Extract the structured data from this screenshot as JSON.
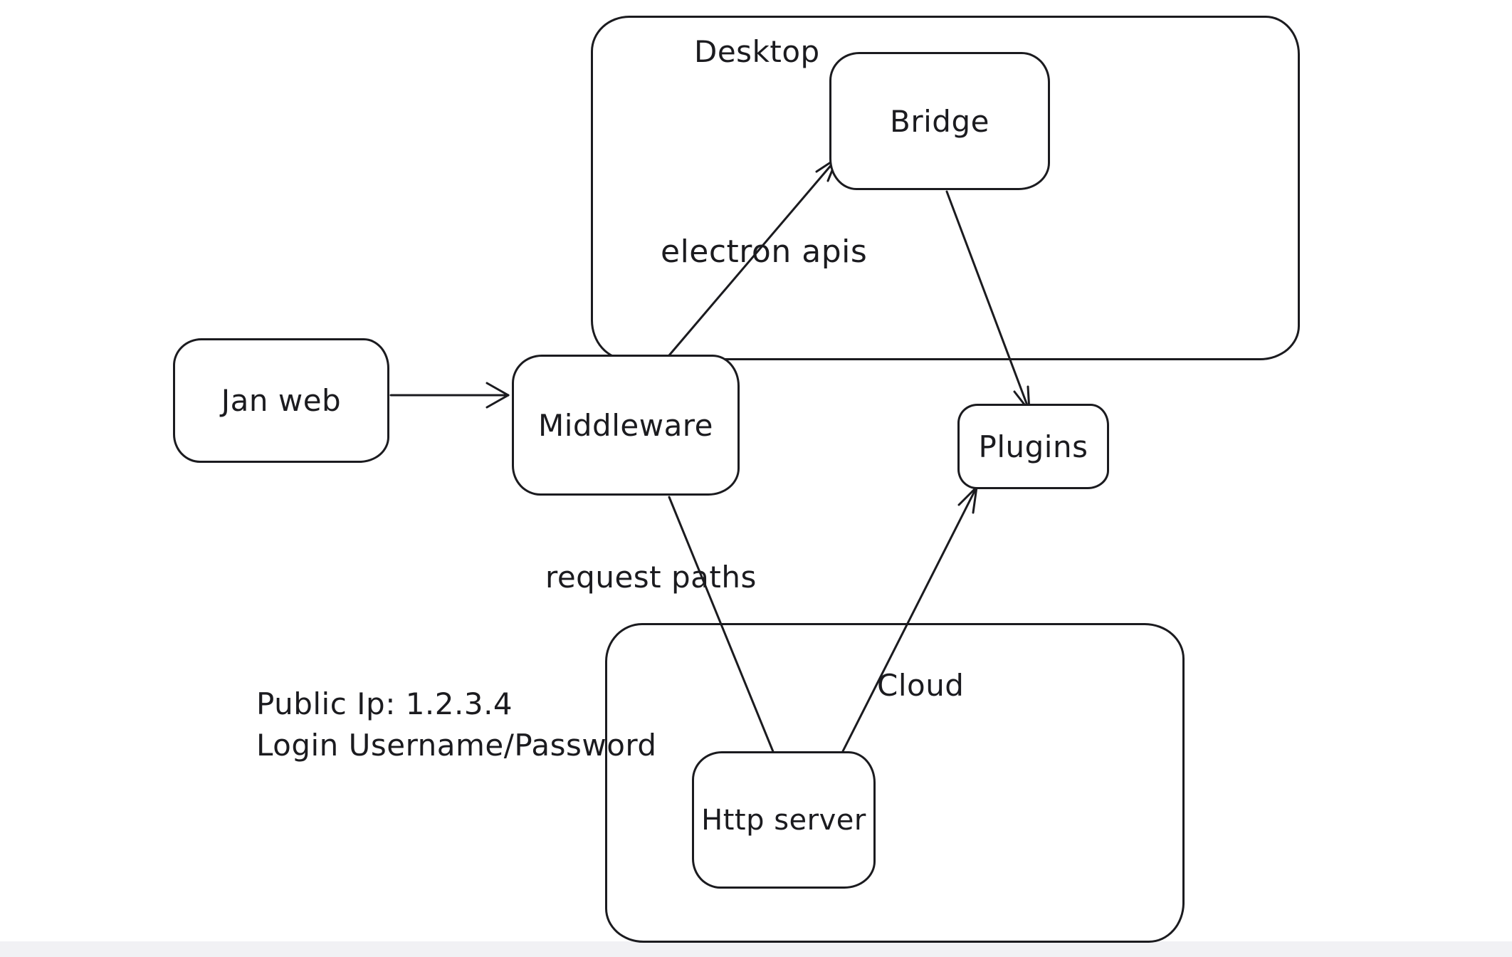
{
  "diagram": {
    "background": "#ffffff",
    "stroke_color": "#1b1b1f",
    "bottom_bar_color": "#f1f1f4",
    "containers": [
      {
        "id": "desktop",
        "label": "Desktop"
      },
      {
        "id": "cloud",
        "label": "Cloud"
      }
    ],
    "nodes": [
      {
        "id": "jan-web",
        "label": "Jan web"
      },
      {
        "id": "middleware",
        "label": "Middleware"
      },
      {
        "id": "bridge",
        "label": "Bridge"
      },
      {
        "id": "plugins",
        "label": "Plugins"
      },
      {
        "id": "http-server",
        "label": "Http server"
      }
    ],
    "edges": [
      {
        "from": "jan-web",
        "to": "middleware",
        "label": ""
      },
      {
        "from": "middleware",
        "to": "bridge",
        "label": "electron apis"
      },
      {
        "from": "bridge",
        "to": "plugins",
        "label": ""
      },
      {
        "from": "middleware",
        "to": "http-server",
        "label": "request paths"
      },
      {
        "from": "http-server",
        "to": "plugins",
        "label": ""
      }
    ],
    "annotations": {
      "line1": "Public Ip: 1.2.3.4",
      "line2": "Login Username/Password"
    }
  }
}
